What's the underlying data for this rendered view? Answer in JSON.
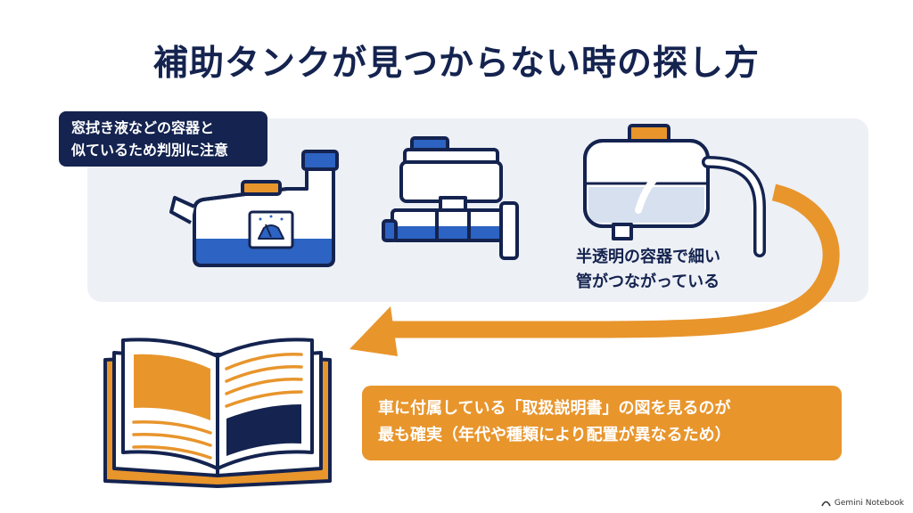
{
  "title": "補助タンクが見つからない時の探し方",
  "callout_washer": {
    "line1": "窓拭き液などの容器と",
    "line2": "似ているため判別に注意"
  },
  "reservoir_note": {
    "line1": "半透明の容器で細い",
    "line2": "管がつながっている"
  },
  "manual_note": {
    "line1": "車に付属している「取扱説明書」の図を見るのが",
    "line2": "最も確実（年代や種類により配置が異なるため）"
  },
  "icons": {
    "washer_tank": "washer-fluid-tank-icon",
    "master_cylinder": "brake-master-cylinder-icon",
    "reservoir": "coolant-reservoir-icon",
    "manual": "open-manual-book-icon",
    "arrow": "curved-arrow-icon"
  },
  "colors": {
    "navy": "#14234f",
    "blue": "#2d63c2",
    "orange": "#e8952c",
    "panel": "#edf0f5"
  },
  "brand": "Gemini Notebook"
}
